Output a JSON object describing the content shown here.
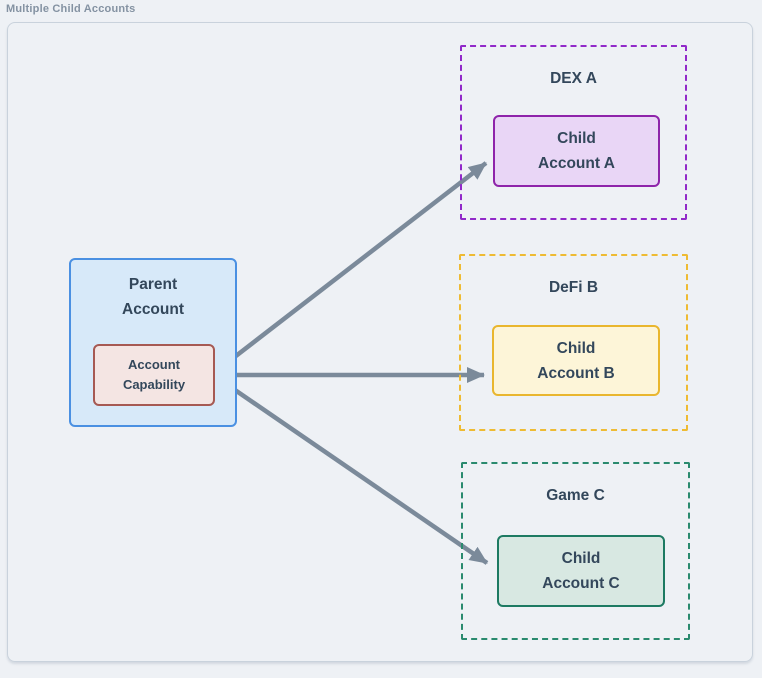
{
  "canvas": {
    "background": "#eef1f5"
  },
  "text_color": "#33475b",
  "header": {
    "title": "Multiple Child Accounts",
    "color": "#8492a2"
  },
  "frame": {
    "border_color": "#c9d2dc"
  },
  "parent": {
    "label": "Parent\nAccount",
    "fill": "#d7e9f9",
    "border": "#4a90e2",
    "capability": {
      "label": "Account\nCapability",
      "fill": "#f4e5e3",
      "border": "#a65953"
    }
  },
  "groups": [
    {
      "name": "DEX A",
      "dash_color": "#9129c9",
      "child": {
        "label": "Child\nAccount A",
        "fill": "#e9d6f6",
        "border": "#8e24aa"
      }
    },
    {
      "name": "DeFi B",
      "dash_color": "#eebb33",
      "child": {
        "label": "Child\nAccount B",
        "fill": "#fdf5d8",
        "border": "#e9b62e"
      }
    },
    {
      "name": "Game C",
      "dash_color": "#2a8a6e",
      "child": {
        "label": "Child\nAccount C",
        "fill": "#d8e8e2",
        "border": "#1d7a62"
      }
    }
  ],
  "arrows": {
    "color": "#7b8a9a"
  }
}
